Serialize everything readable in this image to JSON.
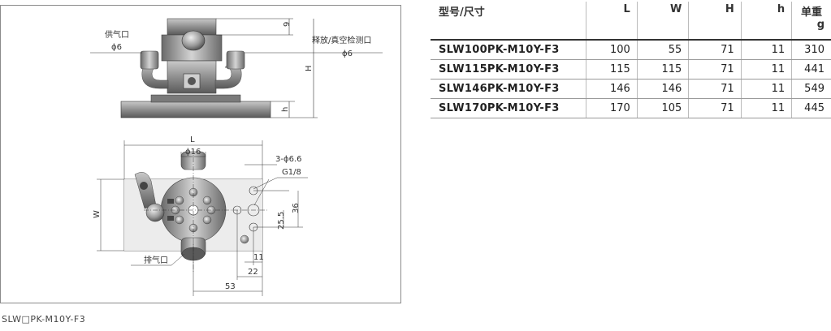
{
  "drawing": {
    "label_supply_port": "供气口",
    "label_supply_size": "ϕ6",
    "label_release_port": "释放/真空检测口",
    "label_release_size": "ϕ6",
    "label_exhaust_port": "排气口",
    "dim_9": "9",
    "dim_H": "H",
    "dim_h": "h",
    "dim_L": "L",
    "dim_W": "W",
    "dim_phi16": "ϕ16",
    "dim_holes": "3-ϕ6.6",
    "dim_thread": "G1/8",
    "dim_25_5": "25.5",
    "dim_36": "36",
    "dim_11": "11",
    "dim_22": "22",
    "dim_53": "53"
  },
  "caption": "SLW□PK-M10Y-F3",
  "table": {
    "headers": {
      "model": "型号/尺寸",
      "L": "L",
      "W": "W",
      "H": "H",
      "h": "h",
      "weight_line1": "单重",
      "weight_line2": "g"
    },
    "rows": [
      {
        "model": "SLW100PK-M10Y-F3",
        "L": "100",
        "W": "55",
        "H": "71",
        "h": "11",
        "g": "310"
      },
      {
        "model": "SLW115PK-M10Y-F3",
        "L": "115",
        "W": "115",
        "H": "71",
        "h": "11",
        "g": "441"
      },
      {
        "model": "SLW146PK-M10Y-F3",
        "L": "146",
        "W": "146",
        "H": "71",
        "h": "11",
        "g": "549"
      },
      {
        "model": "SLW170PK-M10Y-F3",
        "L": "170",
        "W": "105",
        "H": "71",
        "h": "11",
        "g": "445"
      }
    ]
  }
}
